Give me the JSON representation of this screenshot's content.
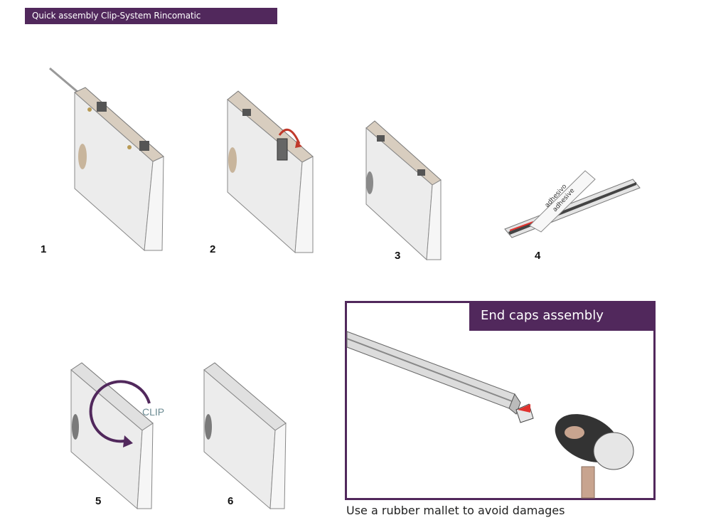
{
  "header": {
    "title": "Quick assembly Clip-System Rincomatic"
  },
  "steps": [
    {
      "number": "1"
    },
    {
      "number": "2"
    },
    {
      "number": "3"
    },
    {
      "number": "4"
    },
    {
      "number": "5"
    },
    {
      "number": "6"
    }
  ],
  "step4": {
    "tube_label_1": "adhesivo",
    "tube_label_2": "adhesive"
  },
  "step5": {
    "clip_label": "CLIP"
  },
  "endcaps": {
    "title": "End caps assembly",
    "caption": "Use a rubber mallet to avoid damages"
  },
  "colors": {
    "brand_purple": "#51285c",
    "panel_light": "#ececec",
    "edge_beige": "#d8cdbf",
    "arrow_red": "#e0322e",
    "mallet_handle": "#c8a48f"
  }
}
